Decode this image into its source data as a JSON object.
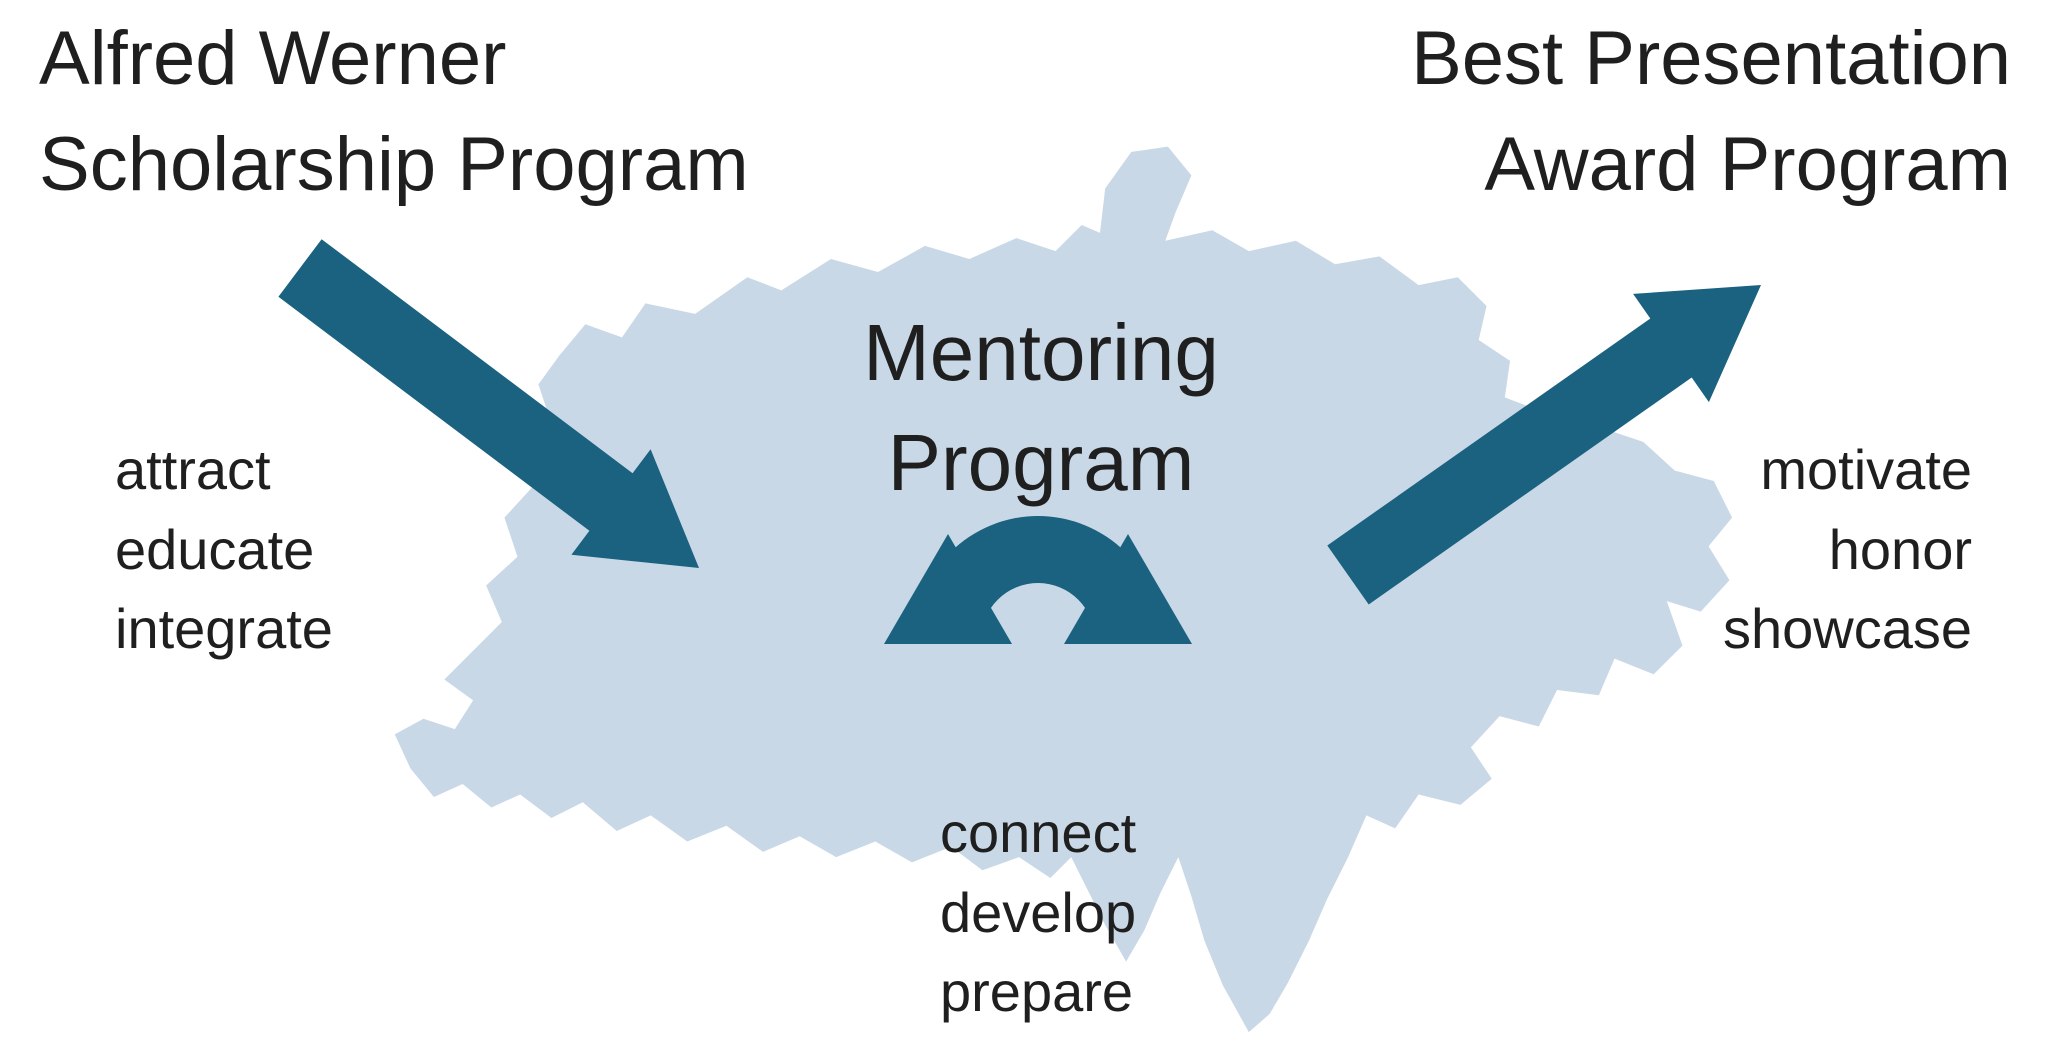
{
  "colors": {
    "arrow": "#1A627F",
    "map": "#C9D8E7",
    "text": "#1F1F1F",
    "background": "#FFFFFF"
  },
  "programs": {
    "scholarship": {
      "line1": "Alfred Werner",
      "line2": "Scholarship Program"
    },
    "award": {
      "line1": "Best Presentation",
      "line2": "Award Program"
    },
    "mentoring": {
      "line1": "Mentoring",
      "line2": "Program"
    }
  },
  "labels": {
    "scholarship": [
      "attract",
      "educate",
      "integrate"
    ],
    "mentoring": [
      "connect",
      "develop",
      "prepare"
    ],
    "award": [
      "motivate",
      "honor",
      "showcase"
    ]
  },
  "icons": {
    "map": "switzerland-map-silhouette",
    "arrow_in": "thick-arrow-down-right",
    "arrow_out": "thick-arrow-up-right",
    "arrow_loop": "u-turn-double-arrow-up"
  }
}
